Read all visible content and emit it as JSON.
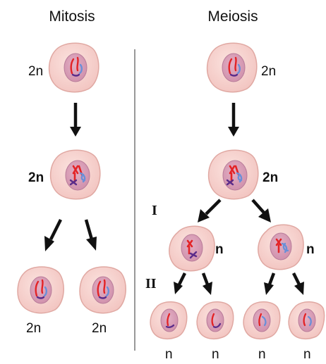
{
  "headings": {
    "left": "Mitosis",
    "right": "Meiosis"
  },
  "ploidy": {
    "diploid": "2n",
    "haploid": "n"
  },
  "stages": {
    "first": "I",
    "second": "II"
  },
  "colors": {
    "cell_fill": "#f7d3cf",
    "cell_stroke": "#e0a8a2",
    "nucleus_fill": "#d59ab1",
    "nucleus_stroke": "#b87c99",
    "chromosome_red": "#e32326",
    "chromosome_blue": "#6a8fd8",
    "chromosome_purple": "#5a2c8a",
    "arrow": "#111111",
    "divider": "#555555"
  }
}
